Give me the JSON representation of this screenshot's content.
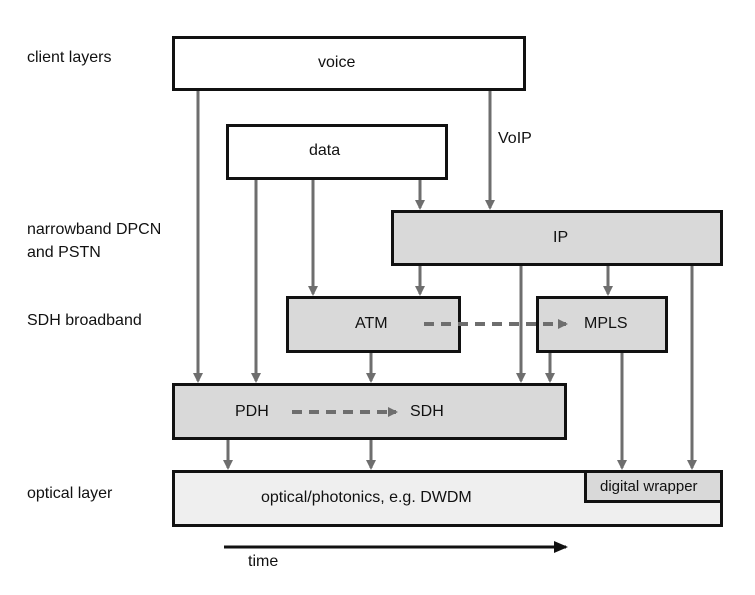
{
  "side_labels": {
    "client": "client layers",
    "narrowband_line1": "narrowband DPCN",
    "narrowband_line2": "and PSTN",
    "sdh_broadband": "SDH broadband",
    "optical": "optical layer"
  },
  "boxes": {
    "voice": "voice",
    "data": "data",
    "ip": "IP",
    "atm": "ATM",
    "mpls": "MPLS",
    "pdh": "PDH",
    "sdh": "SDH",
    "optical": "optical/photonics, e.g. DWDM",
    "digital_wrapper": "digital wrapper"
  },
  "annotations": {
    "voip": "VoIP",
    "time": "time"
  },
  "colors": {
    "outline": "#111111",
    "arrow": "#6e6e6e",
    "box_fill": "#d9d9d9",
    "optical_fill": "#efefef"
  }
}
